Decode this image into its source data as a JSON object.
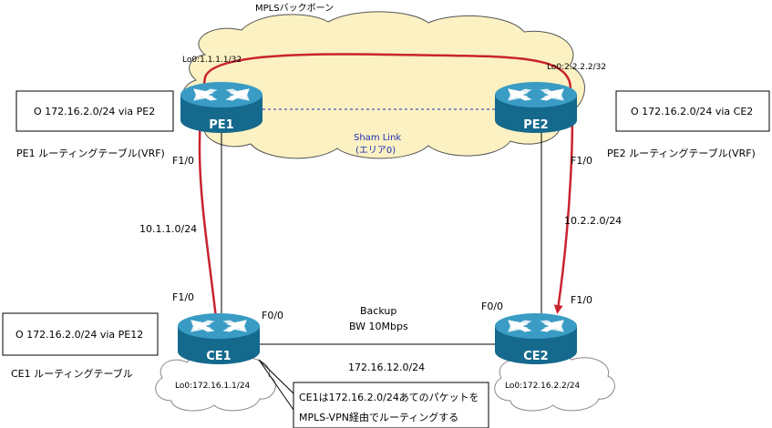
{
  "diagram": {
    "title": "MPLSバックボーン",
    "routers": {
      "pe1": "PE1",
      "pe2": "PE2",
      "ce1": "CE1",
      "ce2": "CE2"
    },
    "loopbacks": {
      "pe1": "Lo0:1.1.1.1/32",
      "pe2": "Lo0:2.2.2.2/32",
      "ce1": "Lo0:172.16.1.1/24",
      "ce2": "Lo0:172.16.2.2/24"
    },
    "sham_link": {
      "line1": "Sham Link",
      "line2": "(エリア0)"
    },
    "interfaces": {
      "pe1_f10": "F1/0",
      "pe2_f10": "F1/0",
      "ce1_f10": "F1/0",
      "ce1_f00": "F0/0",
      "ce2_f00": "F0/0",
      "ce2_f10": "F1/0"
    },
    "networks": {
      "left": "10.1.1.0/24",
      "right": "10.2.2.0/24",
      "bottom": "172.16.12.0/24"
    },
    "backup": {
      "line1": "Backup",
      "line2": "BW 10Mbps"
    },
    "routing_boxes": {
      "pe1": {
        "entry": "O 172.16.2.0/24 via PE2",
        "caption": "PE1 ルーティングテーブル(VRF)"
      },
      "pe2": {
        "entry": "O 172.16.2.0/24 via CE2",
        "caption": "PE2 ルーティングテーブル(VRF)"
      },
      "ce1": {
        "entry": "O 172.16.2.0/24 via PE12",
        "caption": "CE1 ルーティングテーブル"
      }
    },
    "note": {
      "line1": "CE1は172.16.2.0/24あてのパケットを",
      "line2": "MPLS-VPN経由でルーティングする"
    },
    "colors": {
      "router": "#1a7aa3",
      "router_top": "#3a9cc4",
      "cloud": "#fbf1c2",
      "path": "#c9232f",
      "sham": "#1f2fb8"
    }
  }
}
